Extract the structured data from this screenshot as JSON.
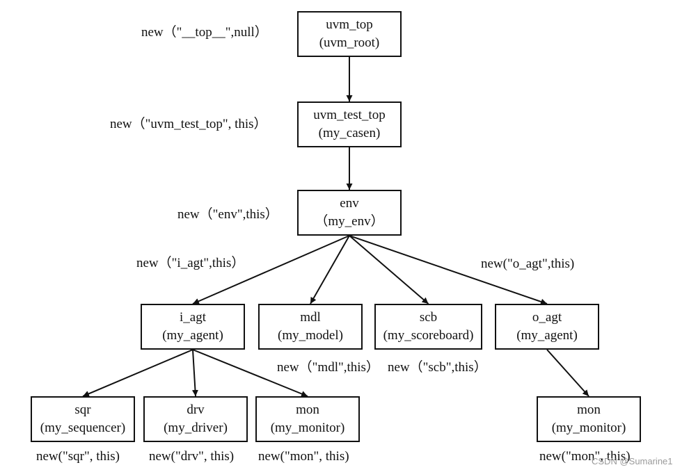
{
  "nodes": {
    "uvm_top": {
      "name": "uvm_top",
      "type": "(uvm_root)",
      "label": "new（\"__top__\",null）"
    },
    "uvm_test_top": {
      "name": "uvm_test_top",
      "type": "(my_casen)",
      "label": "new（\"uvm_test_top\", this）"
    },
    "env": {
      "name": "env",
      "type": "（my_env）",
      "label": "new（\"env\",this）"
    },
    "i_agt": {
      "name": "i_agt",
      "type": "(my_agent)",
      "label": "new（\"i_agt\",this）"
    },
    "mdl": {
      "name": "mdl",
      "type": "(my_model)",
      "label": "new（\"mdl\",this）"
    },
    "scb": {
      "name": "scb",
      "type": "(my_scoreboard)",
      "label": "new（\"scb\",this）"
    },
    "o_agt": {
      "name": "o_agt",
      "type": "(my_agent)",
      "label": "new(\"o_agt\",this)"
    },
    "sqr": {
      "name": "sqr",
      "type": "(my_sequencer)",
      "label": "new(\"sqr\", this)"
    },
    "drv": {
      "name": "drv",
      "type": "(my_driver)",
      "label": "new(\"drv\", this)"
    },
    "mon_i": {
      "name": "mon",
      "type": "(my_monitor)",
      "label": "new(\"mon\", this)"
    },
    "mon_o": {
      "name": "mon",
      "type": "(my_monitor)",
      "label": "new(\"mon\", this)"
    }
  },
  "edges": [
    [
      "uvm_top",
      "uvm_test_top"
    ],
    [
      "uvm_test_top",
      "env"
    ],
    [
      "env",
      "i_agt"
    ],
    [
      "env",
      "mdl"
    ],
    [
      "env",
      "scb"
    ],
    [
      "env",
      "o_agt"
    ],
    [
      "i_agt",
      "sqr"
    ],
    [
      "i_agt",
      "drv"
    ],
    [
      "i_agt",
      "mon_i"
    ],
    [
      "o_agt",
      "mon_o"
    ]
  ],
  "watermark": "CSDN @Sumarine1",
  "colors": {
    "line": "#111111",
    "box_fill": "#ffffff",
    "watermark": "#9a9a9a"
  }
}
